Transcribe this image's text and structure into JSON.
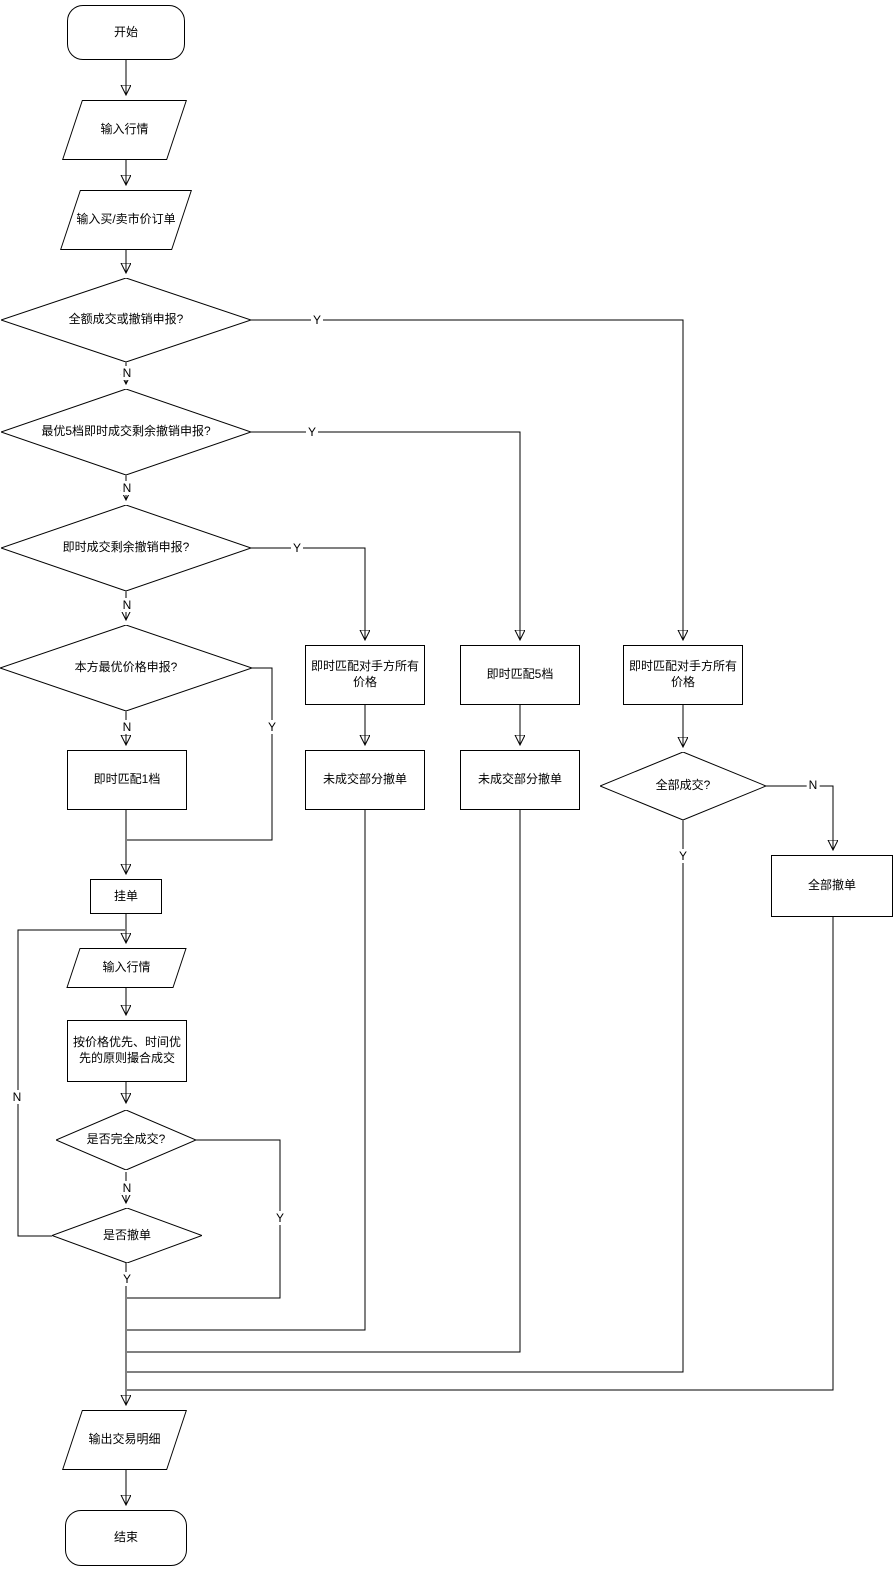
{
  "diagram": {
    "type": "flowchart",
    "language": "zh-CN",
    "stroke_color": "#000000",
    "fill_color": "#ffffff",
    "background": "#ffffff"
  },
  "labels": {
    "yes": "Y",
    "no": "N"
  },
  "nodes": {
    "start": {
      "label": "开始",
      "shape": "rounded"
    },
    "input_quote_1": {
      "label": "输入行情",
      "shape": "parallelogram"
    },
    "input_order": {
      "label": "输入买/卖市价订单",
      "shape": "parallelogram"
    },
    "d_full_or_cancel": {
      "label": "全额成交或撤销申报?",
      "shape": "diamond"
    },
    "d_best5": {
      "label": "最优5档即时成交剩余撤销申报?",
      "shape": "diamond"
    },
    "d_immediate": {
      "label": "即时成交剩余撤销申报?",
      "shape": "diamond"
    },
    "d_own_best": {
      "label": "本方最优价格申报?",
      "shape": "diamond"
    },
    "match_1": {
      "label": "即时匹配1档",
      "shape": "rect"
    },
    "pend_order": {
      "label": "挂单",
      "shape": "rect"
    },
    "input_quote_2": {
      "label": "输入行情",
      "shape": "parallelogram"
    },
    "match_rule": {
      "label": "按价格优先、时间优先的原则撮合成交",
      "shape": "rect"
    },
    "d_fully_filled": {
      "label": "是否完全成交?",
      "shape": "diamond"
    },
    "d_cancel": {
      "label": "是否撤单",
      "shape": "diamond"
    },
    "output_detail": {
      "label": "输出交易明细",
      "shape": "parallelogram"
    },
    "end": {
      "label": "结束",
      "shape": "rounded"
    },
    "c1_match": {
      "label": "即时匹配对手方所有价格",
      "shape": "rect"
    },
    "c1_cancel": {
      "label": "未成交部分撤单",
      "shape": "rect"
    },
    "c2_match": {
      "label": "即时匹配5档",
      "shape": "rect"
    },
    "c2_cancel": {
      "label": "未成交部分撤单",
      "shape": "rect"
    },
    "c3_match": {
      "label": "即时匹配对手方所有价格",
      "shape": "rect"
    },
    "d_all_filled": {
      "label": "全部成交?",
      "shape": "diamond"
    },
    "c4_cancel": {
      "label": "全部撤单",
      "shape": "rect"
    }
  }
}
